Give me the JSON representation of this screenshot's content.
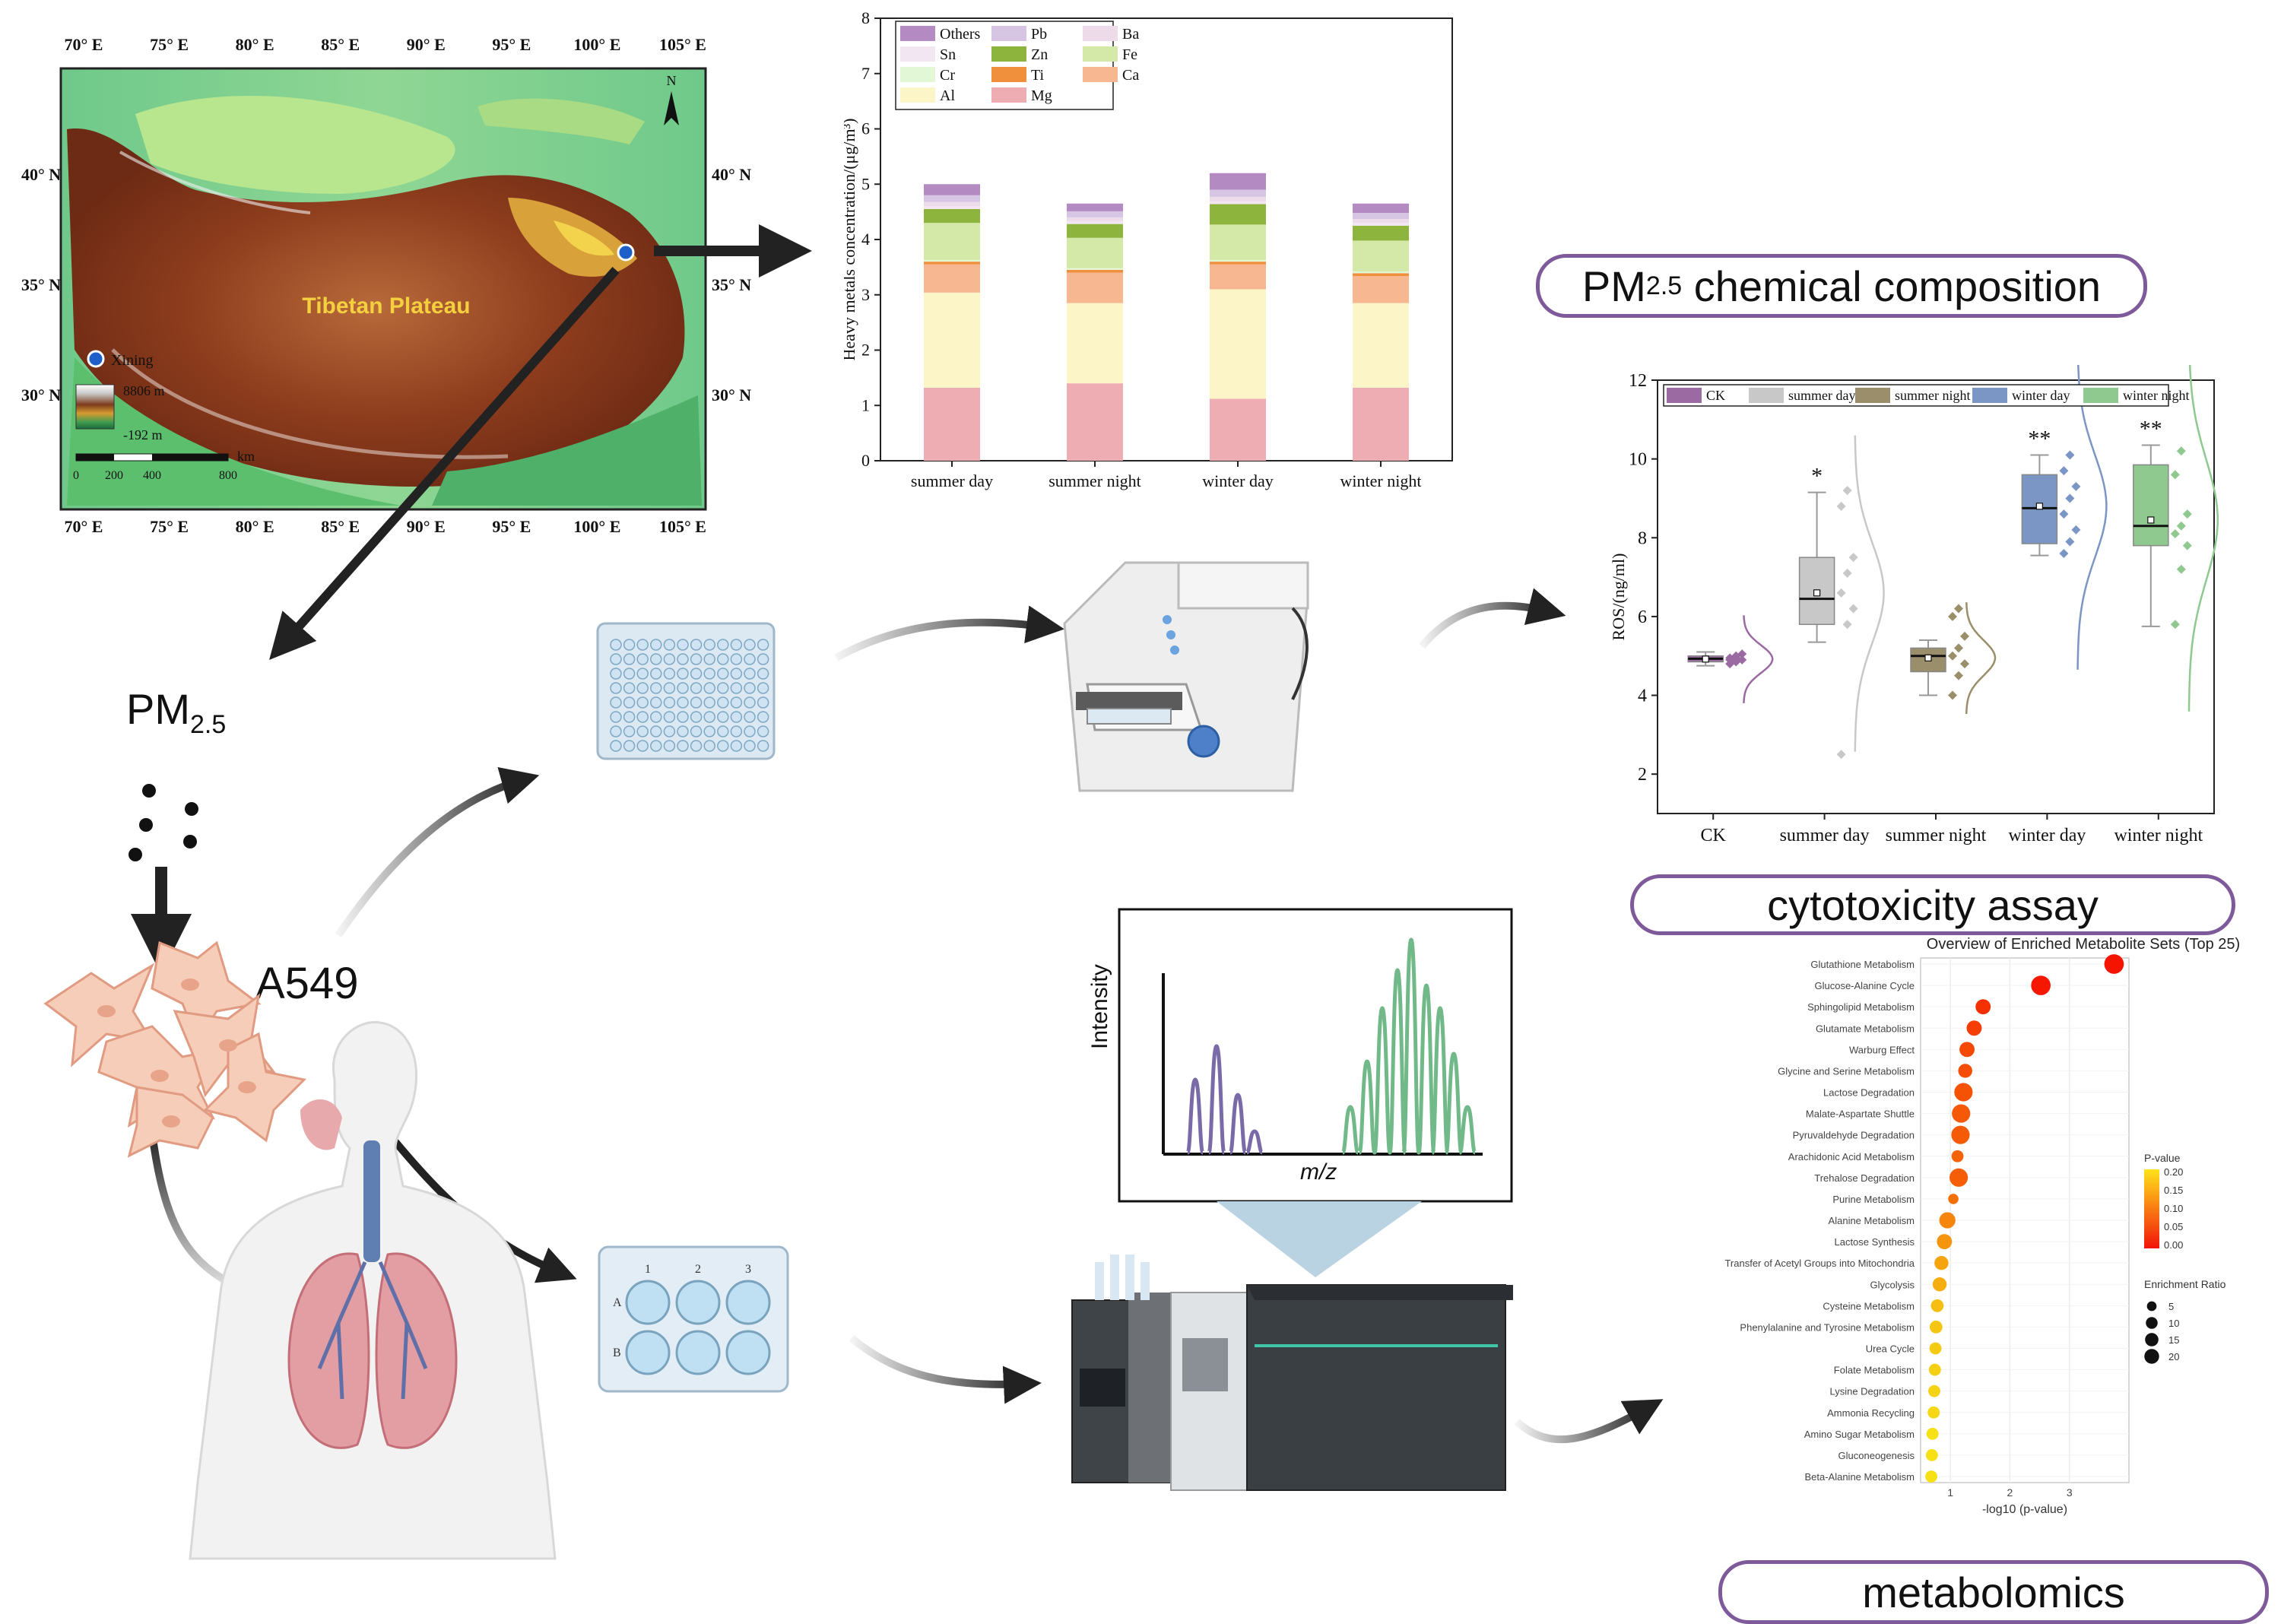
{
  "map": {
    "lon_ticks": [
      "70° E",
      "75° E",
      "80° E",
      "85° E",
      "90° E",
      "95° E",
      "100° E",
      "105° E"
    ],
    "lat_ticks": [
      "40° N",
      "35° N",
      "30° N"
    ],
    "region_label": "Tibetan Plateau",
    "city_label": "Xining",
    "legend_max": "8806 m",
    "legend_min": "-192 m",
    "scale_unit": "km",
    "scale_ticks": [
      "0",
      "200",
      "400",
      "800"
    ],
    "north": "N"
  },
  "labels": {
    "pm25": "PM",
    "pm25_sub": "2.5",
    "cell_line": "A549",
    "chem_title": "PM",
    "chem_sub": "2.5",
    "chem_rest": " chemical composition",
    "cytotoxicity": "cytotoxicity assay",
    "metabolomics": "metabolomics",
    "intensity": "Intensity",
    "mz": "m/z",
    "plate_cols": [
      "1",
      "2",
      "3"
    ],
    "plate_rows": [
      "A",
      "B"
    ]
  },
  "colors": {
    "Others": "#b48ac3",
    "Pb": "#d6c6e4",
    "Ba": "#eedbe9",
    "Sn": "#f3e6f3",
    "Zn": "#8db43c",
    "Fe": "#d4e9a8",
    "Cr": "#e2f7d6",
    "Ti": "#f08f3c",
    "Ca": "#f6b791",
    "Al": "#fbf5c8",
    "Mg": "#eeacb3"
  },
  "chart_data": [
    {
      "type": "bar",
      "stacked": true,
      "categories": [
        "summer day",
        "summer night",
        "winter day",
        "winter night"
      ],
      "ylabel": "Heavy metals concentration/(μg/m³)",
      "ylim": [
        0,
        8
      ],
      "yticks": [
        "0",
        "1",
        "2",
        "3",
        "4",
        "5",
        "6",
        "7",
        "8"
      ],
      "legend": [
        "Others",
        "Pb",
        "Ba",
        "Sn",
        "Zn",
        "Fe",
        "Cr",
        "Ti",
        "Ca",
        "Al",
        "Mg"
      ],
      "series": [
        {
          "name": "Mg",
          "values": [
            1.32,
            1.4,
            1.12,
            1.32
          ]
        },
        {
          "name": "Al",
          "values": [
            1.72,
            1.45,
            1.98,
            1.53
          ]
        },
        {
          "name": "Ca",
          "values": [
            0.51,
            0.55,
            0.45,
            0.49
          ]
        },
        {
          "name": "Ti",
          "values": [
            0.05,
            0.05,
            0.05,
            0.05
          ]
        },
        {
          "name": "Cr",
          "values": [
            0.03,
            0.03,
            0.03,
            0.03
          ]
        },
        {
          "name": "Fe",
          "values": [
            0.67,
            0.55,
            0.64,
            0.56
          ]
        },
        {
          "name": "Zn",
          "values": [
            0.25,
            0.25,
            0.37,
            0.27
          ]
        },
        {
          "name": "Sn",
          "values": [
            0.05,
            0.05,
            0.05,
            0.05
          ]
        },
        {
          "name": "Ba",
          "values": [
            0.08,
            0.07,
            0.08,
            0.07
          ]
        },
        {
          "name": "Pb",
          "values": [
            0.12,
            0.11,
            0.13,
            0.11
          ]
        },
        {
          "name": "Others",
          "values": [
            0.2,
            0.14,
            0.3,
            0.17
          ]
        }
      ]
    },
    {
      "type": "box",
      "categories": [
        "CK",
        "summer day",
        "summer night",
        "winter day",
        "winter night"
      ],
      "ylabel": "ROS/(ng/ml)",
      "ylim": [
        1,
        12
      ],
      "yticks": [
        "2",
        "4",
        "6",
        "8",
        "10",
        "12"
      ],
      "legend": [
        "CK",
        "summer day",
        "summer night",
        "winter day",
        "winter night"
      ],
      "series_colors": [
        "#9c6aa3",
        "#c8c8c8",
        "#9a8f6a",
        "#7b96c4",
        "#8fc98f"
      ],
      "significance": [
        "",
        "*",
        "",
        "**",
        "**"
      ],
      "boxes": [
        {
          "min": 4.75,
          "q1": 4.85,
          "median": 4.93,
          "q3": 5.0,
          "max": 5.1,
          "mean": 4.92
        },
        {
          "min": 5.35,
          "q1": 5.8,
          "median": 6.45,
          "q3": 7.5,
          "max": 9.15,
          "mean": 6.6
        },
        {
          "min": 4.0,
          "q1": 4.6,
          "median": 5.0,
          "q3": 5.2,
          "max": 5.4,
          "mean": 4.95
        },
        {
          "min": 7.55,
          "q1": 7.85,
          "median": 8.75,
          "q3": 9.6,
          "max": 10.1,
          "mean": 8.8
        },
        {
          "min": 5.75,
          "q1": 7.8,
          "median": 8.3,
          "q3": 9.85,
          "max": 10.35,
          "mean": 8.45
        }
      ],
      "points": [
        [
          4.8,
          4.85,
          4.9,
          4.95,
          5.0,
          5.05,
          4.9,
          4.95
        ],
        [
          2.5,
          5.8,
          6.2,
          6.6,
          7.1,
          7.5,
          8.8,
          9.2
        ],
        [
          4.0,
          4.5,
          4.8,
          5.0,
          5.2,
          5.5,
          6.0,
          6.2
        ],
        [
          7.6,
          7.9,
          8.2,
          8.6,
          9.0,
          9.3,
          9.7,
          10.1
        ],
        [
          5.8,
          7.2,
          7.8,
          8.1,
          8.3,
          8.6,
          9.6,
          10.2
        ]
      ]
    },
    {
      "type": "scatter",
      "title": "Overview of Enriched Metabolite Sets (Top 25)",
      "xlabel": "-log10 (p-value)",
      "xlim": [
        0.5,
        4.0
      ],
      "xticks": [
        "1",
        "2",
        "3"
      ],
      "legend_pvalue_title": "P-value",
      "legend_pvalue_ticks": [
        "0.20",
        "0.15",
        "0.10",
        "0.05",
        "0.00"
      ],
      "legend_size_title": "Enrichment Ratio",
      "legend_size_ticks": [
        "5",
        "10",
        "15",
        "20"
      ],
      "categories": [
        "Glutathione Metabolism",
        "Glucose-Alanine Cycle",
        "Sphingolipid Metabolism",
        "Glutamate Metabolism",
        "Warburg Effect",
        "Glycine and Serine Metabolism",
        "Lactose Degradation",
        "Malate-Aspartate Shuttle",
        "Pyruvaldehyde Degradation",
        "Arachidonic Acid Metabolism",
        "Trehalose Degradation",
        "Purine Metabolism",
        "Alanine Metabolism",
        "Lactose Synthesis",
        "Transfer of Acetyl Groups into Mitochondria",
        "Glycolysis",
        "Cysteine Metabolism",
        "Phenylalanine and Tyrosine Metabolism",
        "Urea Cycle",
        "Folate Metabolism",
        "Lysine Degradation",
        "Ammonia Recycling",
        "Amino Sugar Metabolism",
        "Gluconeogenesis",
        "Beta-Alanine Metabolism"
      ],
      "x": [
        3.75,
        2.52,
        1.55,
        1.4,
        1.28,
        1.25,
        1.22,
        1.18,
        1.17,
        1.12,
        1.14,
        1.05,
        0.95,
        0.9,
        0.85,
        0.82,
        0.78,
        0.76,
        0.75,
        0.74,
        0.73,
        0.72,
        0.7,
        0.69,
        0.68
      ],
      "enrichment_ratio": [
        20,
        20,
        10,
        10,
        10,
        8,
        17,
        17,
        17,
        5,
        17,
        3,
        12,
        10,
        8,
        8,
        6,
        6,
        5,
        5,
        5,
        5,
        5,
        5,
        5
      ],
      "p_value": [
        0.0002,
        0.003,
        0.028,
        0.04,
        0.052,
        0.056,
        0.06,
        0.066,
        0.068,
        0.076,
        0.072,
        0.089,
        0.11,
        0.126,
        0.14,
        0.15,
        0.166,
        0.174,
        0.178,
        0.182,
        0.186,
        0.19,
        0.2,
        0.204,
        0.209
      ]
    }
  ]
}
